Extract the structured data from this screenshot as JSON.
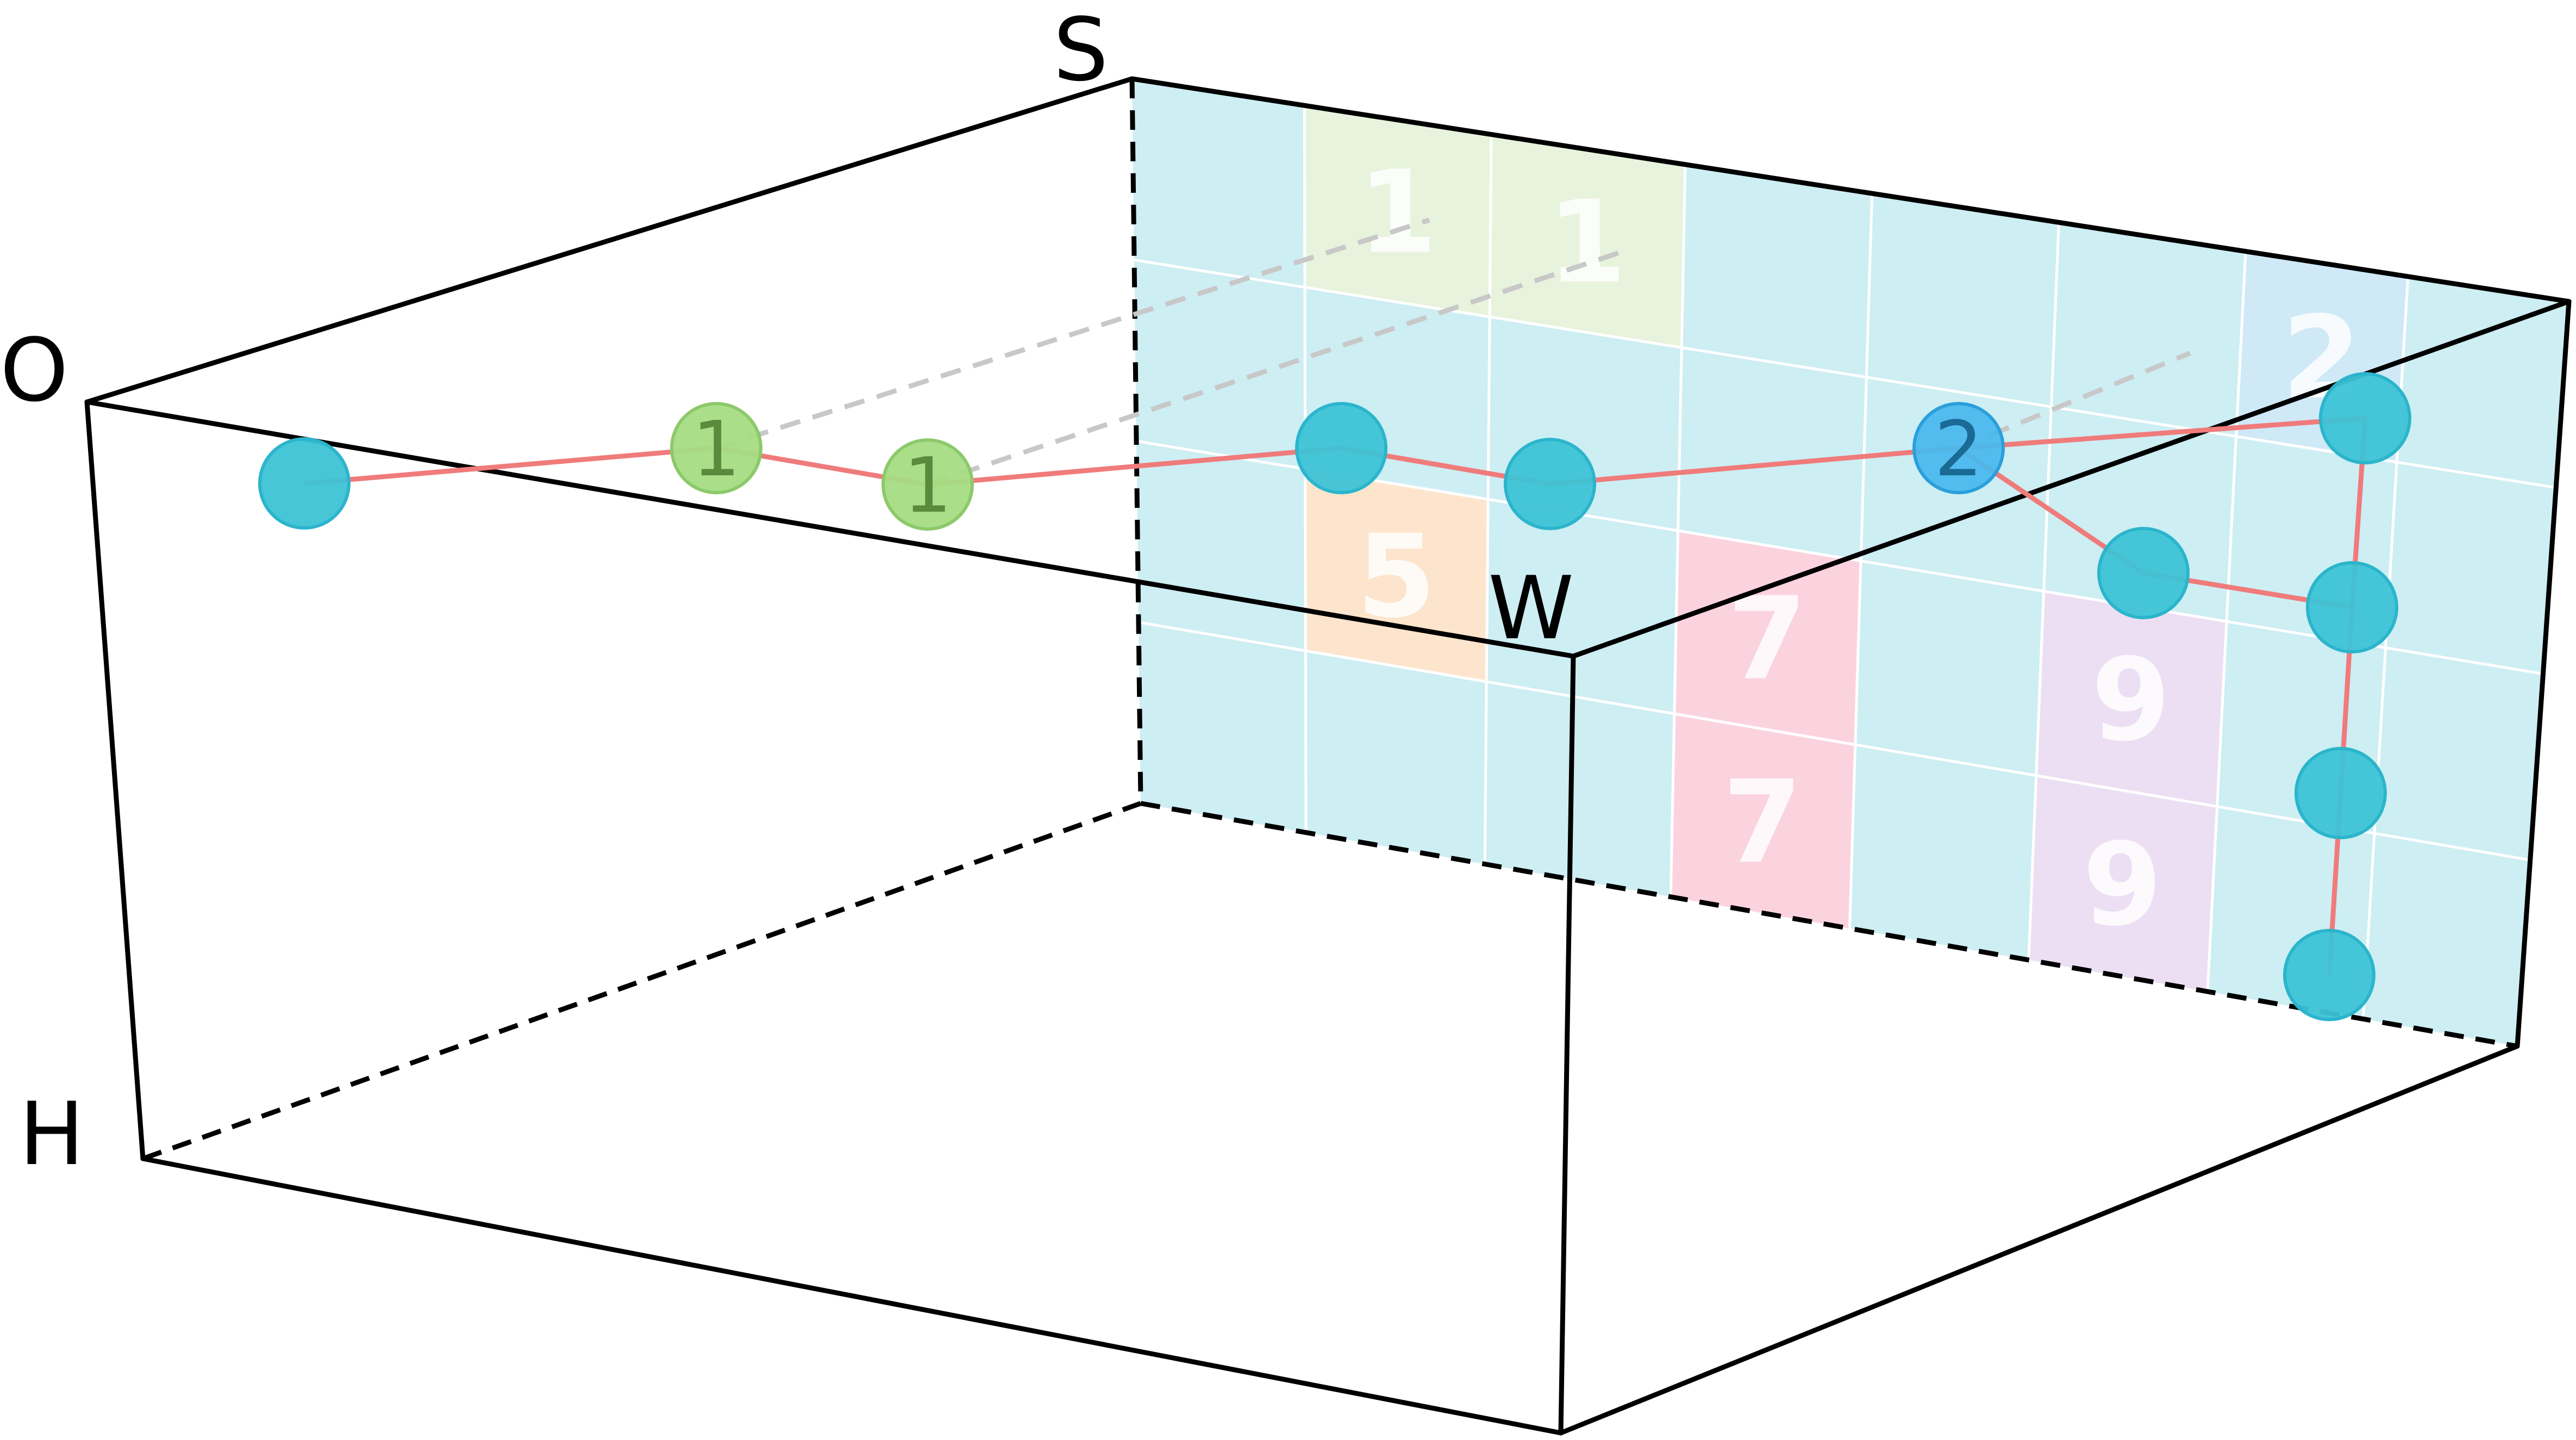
{
  "colors": {
    "background": "#ffffff",
    "edge": "#000000",
    "plane": "#cdeef3",
    "grid": "#ffffff",
    "path": "#f07b7b",
    "node": "#3dc3d6",
    "node_stroke": "#2bb5cc",
    "match_node": "#a5dc83",
    "match_node_stroke": "#8cc96a",
    "match_node_text": "#5a8a3c",
    "special_node": "#4ab8ec",
    "special_node_stroke": "#2a9fdc",
    "special_node_text": "#1a6a95",
    "connector": "#c8c8c8"
  },
  "corner_labels": {
    "o": "O",
    "s": "S",
    "w": "W",
    "h": "H"
  },
  "cells": [
    {
      "label": "1",
      "color": "#e7f3dc"
    },
    {
      "label": "1",
      "color": "#e7f3dc"
    },
    {
      "label": "2",
      "color": "#cfe9f7"
    },
    {
      "label": "5",
      "color": "#fde5cd"
    },
    {
      "label": "7",
      "color": "#fbd3df"
    },
    {
      "label": "7",
      "color": "#fbd3df"
    },
    {
      "label": "9",
      "color": "#ecdff3"
    },
    {
      "label": "9",
      "color": "#ecdff3"
    }
  ],
  "nodes": [
    {
      "kind": "plain",
      "label": ""
    },
    {
      "kind": "match",
      "label": "1"
    },
    {
      "kind": "match",
      "label": "1"
    },
    {
      "kind": "plain",
      "label": ""
    },
    {
      "kind": "plain",
      "label": ""
    },
    {
      "kind": "special",
      "label": "2"
    },
    {
      "kind": "plain",
      "label": ""
    },
    {
      "kind": "plain",
      "label": ""
    },
    {
      "kind": "plain",
      "label": ""
    },
    {
      "kind": "plain",
      "label": ""
    },
    {
      "kind": "plain",
      "label": ""
    }
  ]
}
